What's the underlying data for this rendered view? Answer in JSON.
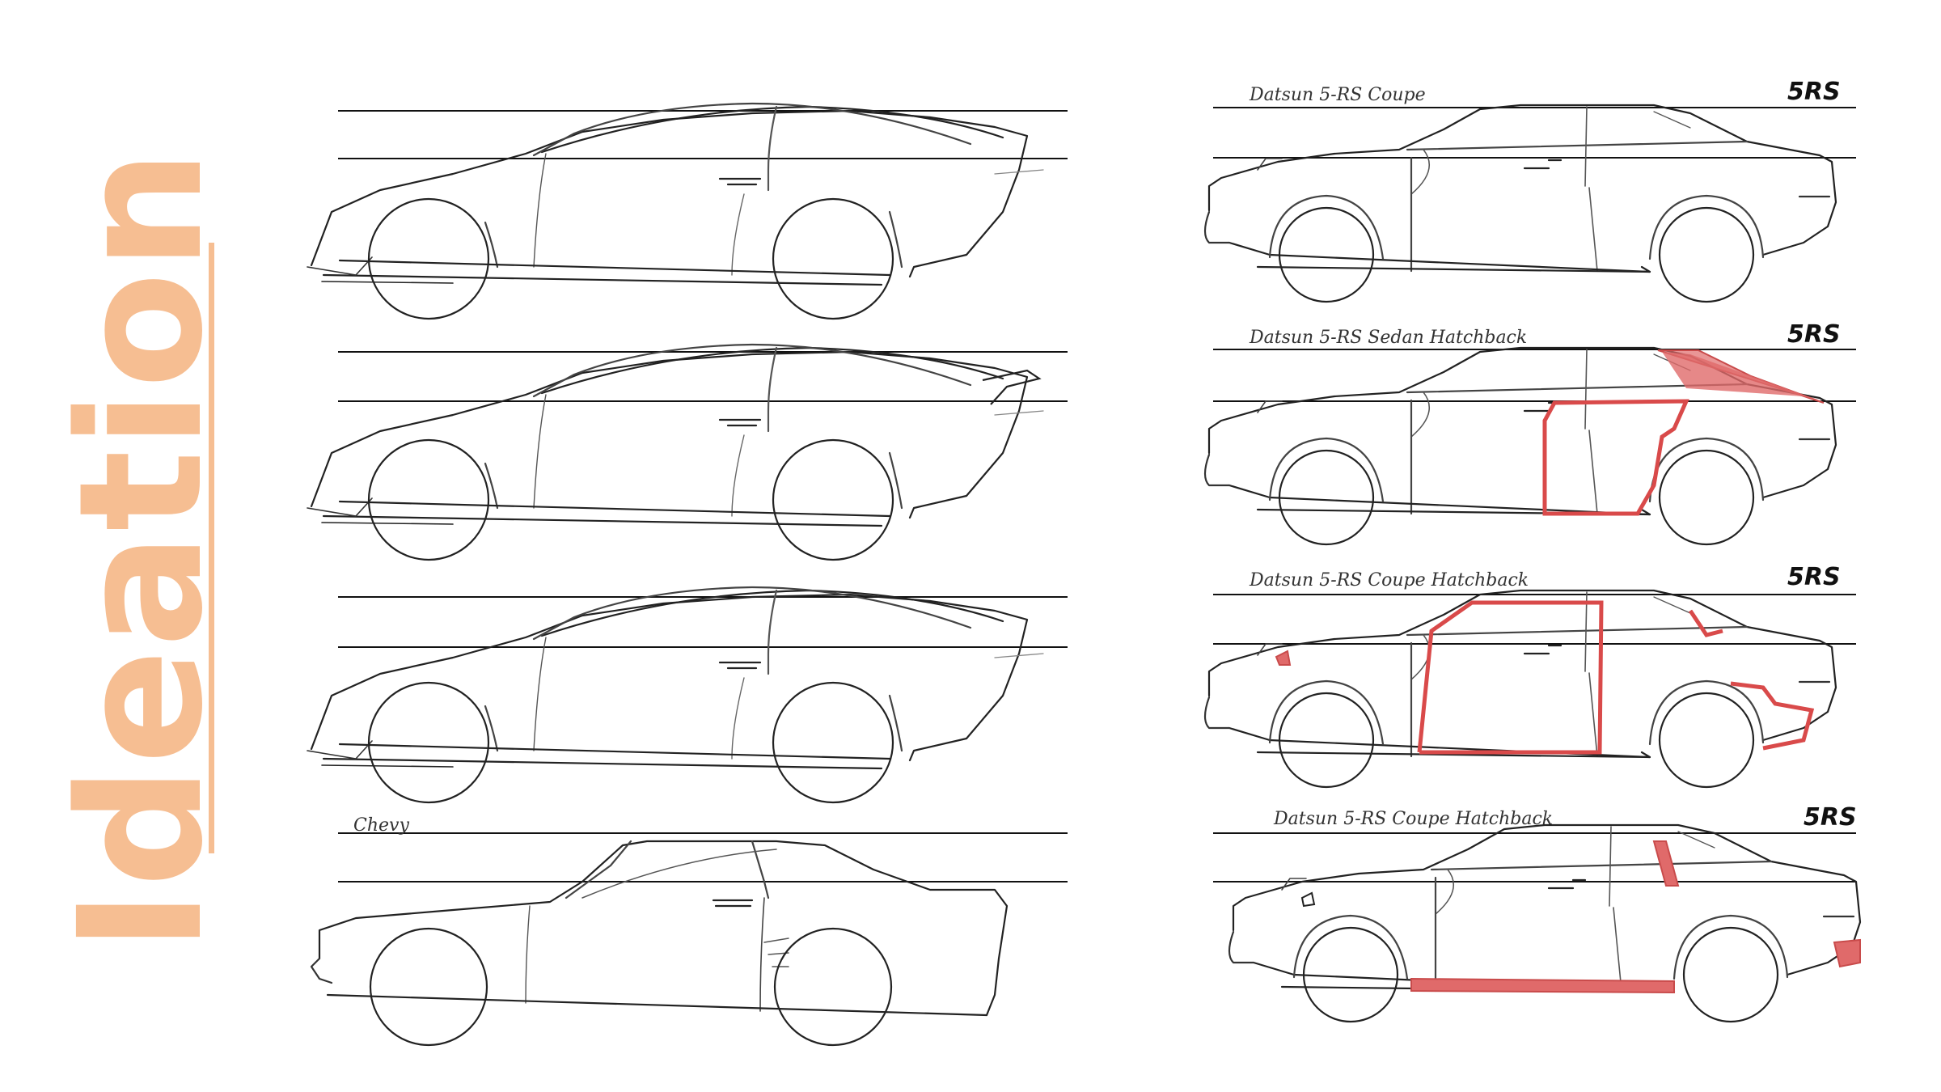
{
  "page": {
    "title": "Ideation",
    "accent_color": "#F6BE92",
    "highlight_color": "#E06A6A"
  },
  "left_column": {
    "label": "Chevy"
  },
  "right_column": {
    "captions": [
      "Datsun 5-RS Coupe",
      "Datsun 5-RS Sedan Hatchback",
      "Datsun 5-RS Coupe Hatchback",
      "Datsun 5-RS Coupe Hatchback"
    ],
    "logo_text": "5RS"
  }
}
